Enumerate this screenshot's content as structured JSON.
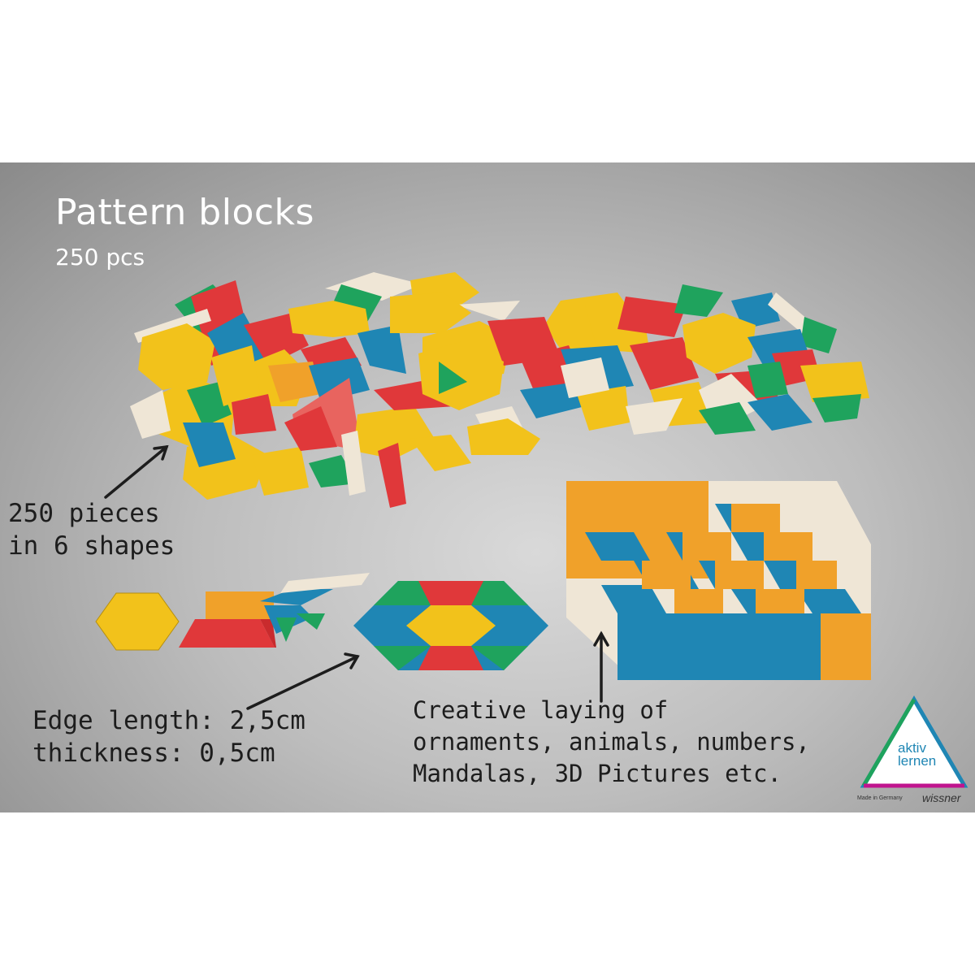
{
  "title": "Pattern blocks",
  "subtitle": "250 pcs",
  "annotations": {
    "pieces": [
      "250 pieces",
      "in 6 shapes"
    ],
    "edge": [
      "Edge length: 2,5cm",
      "thickness: 0,5cm"
    ],
    "creative": [
      "Creative laying of",
      "ornaments, animals, numbers,",
      "Mandalas, 3D Pictures etc."
    ]
  },
  "logo": {
    "line1": "aktiv",
    "line2": "lernen",
    "made_in": "Made in Germany",
    "brand": "wissner"
  },
  "colors": {
    "yellow": "#f2c21b",
    "red": "#e0383a",
    "blue": "#1f86b4",
    "green": "#1fa35d",
    "orange": "#f0a12a",
    "natural": "#efe6d6"
  }
}
